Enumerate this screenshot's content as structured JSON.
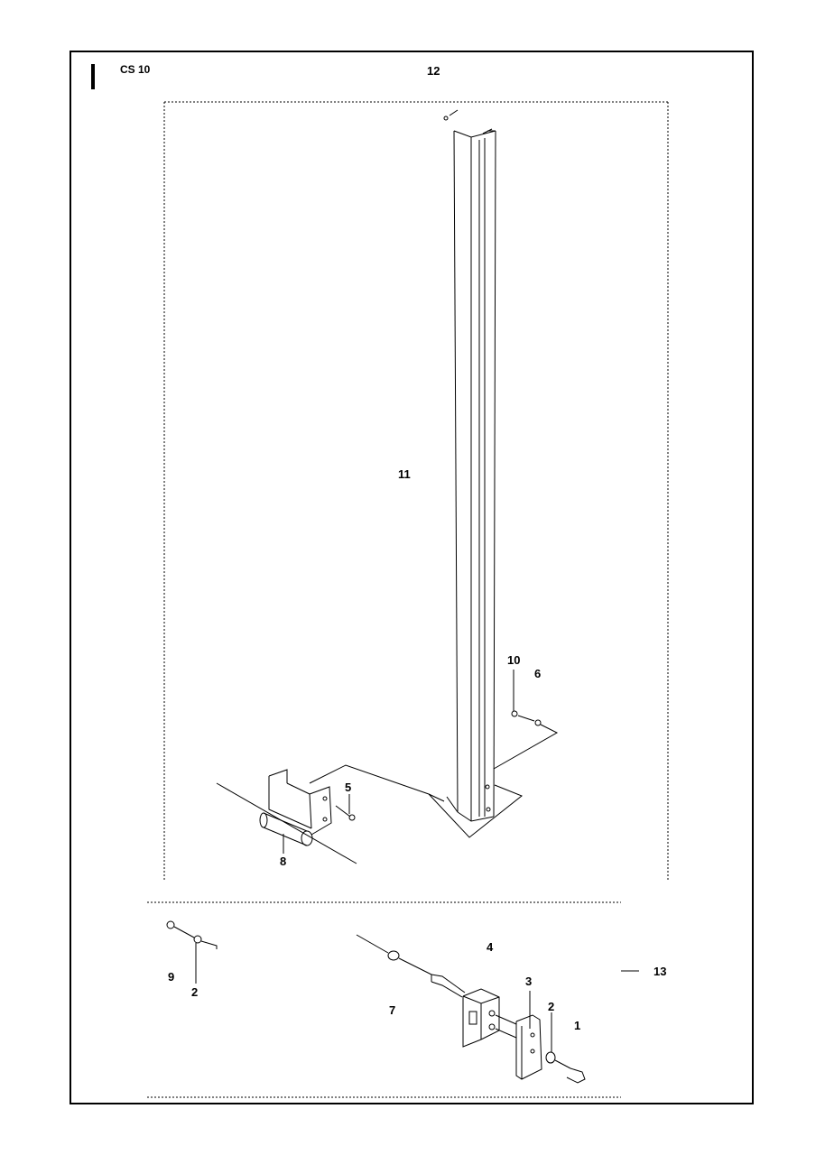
{
  "header": {
    "model": "CS 10",
    "page_number": "12"
  },
  "callouts": {
    "c1": "1",
    "c2a": "2",
    "c2b": "2",
    "c3": "3",
    "c4": "4",
    "c5": "5",
    "c6": "6",
    "c7": "7",
    "c8": "8",
    "c9": "9",
    "c10": "10",
    "c11": "11",
    "c13": "13"
  },
  "colors": {
    "line": "#000000",
    "background": "#ffffff"
  }
}
